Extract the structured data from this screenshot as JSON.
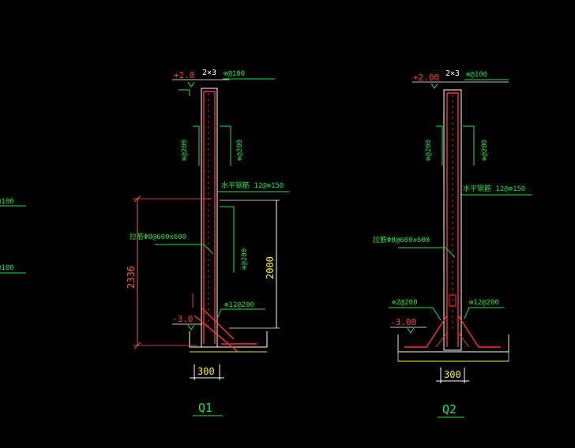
{
  "colors": {
    "background": "#000000",
    "rebar": "#ff3030",
    "outline": "#ffffff",
    "leader": "#22e043",
    "dimension_red": "#ff5a3a",
    "dimension_yellow": "#ffee22"
  },
  "left_fragment": {
    "label_1": "@100",
    "label_2": "@100"
  },
  "q1": {
    "title": "Q1",
    "top_elevation": "+2.0",
    "bottom_elevation": "-3.0",
    "top_bar": "2×3",
    "top_stirrup": "⊕@100",
    "vert_left": "⊕@200",
    "vert_right": "⊕@200",
    "horizontal_bar": "水平钢筋  12@⊕150",
    "tie_bar": "拉筋Φ8@600x600",
    "mid_right": "⊕@200",
    "base_bar": "⊕12@200",
    "dim_height_total": "2336",
    "dim_height_wall": "2000",
    "dim_base": "300"
  },
  "q2": {
    "title": "Q2",
    "top_elevation": "+2.00",
    "bottom_elevation": "-3.00",
    "top_bar": "2×3",
    "top_stirrup": "⊕@100",
    "vert_left": "⊕@200",
    "vert_right": "⊕@200",
    "horizontal_bar": "水平钢筋  12@⊕150",
    "tie_bar": "拉筋Φ8@600x600",
    "base_left": "⊕2@200",
    "base_right": "⊕12@200",
    "dim_base": "300"
  }
}
